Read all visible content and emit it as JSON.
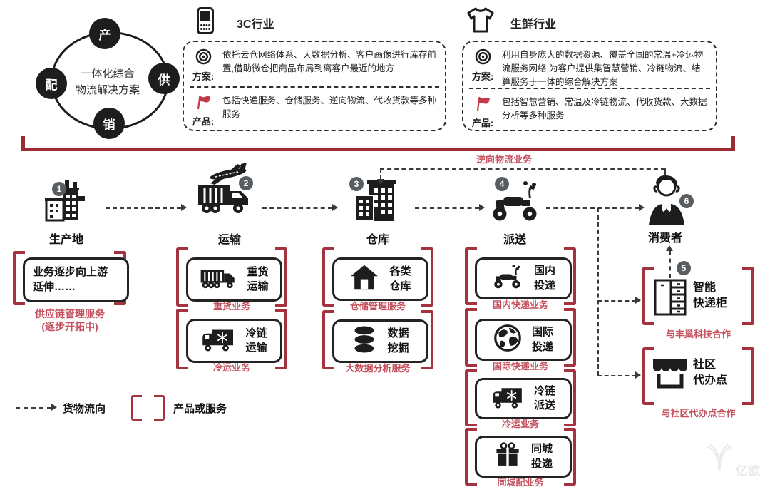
{
  "solution": {
    "center_text": "一体化综合\n物流解决方案",
    "nodes": {
      "top": "产",
      "right": "供",
      "bottom": "销",
      "left": "配"
    }
  },
  "industries": [
    {
      "title": "3C行业",
      "plan_label": "方案:",
      "plan_text": "依托云仓网络体系、大数据分析、客户画像进行库存前置,借助微仓把商品布局到离客户最近的地方",
      "product_label": "产品:",
      "product_text": "包括快递服务、仓储服务、逆向物流、代收货款等多种服务"
    },
    {
      "title": "生鲜行业",
      "plan_label": "方案:",
      "plan_text": "利用自身庞大的数据资源、覆盖全国的常温+冷运物流服务网络,为客户提供集智慧营销、冷链物流、结算服务于一体的综合解决方案",
      "product_label": "产品:",
      "product_text": "包括智慧营销、常温及冷链物流、代收货款、大数据分析等多种服务"
    }
  ],
  "flow": {
    "steps": [
      {
        "num": "1",
        "label": "生产地"
      },
      {
        "num": "2",
        "label": "运输"
      },
      {
        "num": "3",
        "label": "仓库"
      },
      {
        "num": "4",
        "label": "派送"
      },
      {
        "num": "6",
        "label": "消费者"
      }
    ],
    "reverse_label": "逆向物流业务"
  },
  "columns": {
    "production": {
      "box_text": "业务逐步向上游\n延伸……",
      "label": "供应链管理服务\n(逐步开拓中)"
    },
    "transport": [
      {
        "text": "重货\n运输",
        "label": "重货业务"
      },
      {
        "text": "冷链\n运输",
        "label": "冷运业务"
      }
    ],
    "warehouse": [
      {
        "text": "各类\n仓库",
        "label": "仓储管理服务"
      },
      {
        "text": "数据\n挖掘",
        "label": "大数据分析服务"
      }
    ],
    "delivery": [
      {
        "text": "国内\n投递",
        "label": "国内快递业务"
      },
      {
        "text": "国际\n投递",
        "label": "国际快递业务"
      },
      {
        "text": "冷链\n派送",
        "label": "冷运业务"
      },
      {
        "text": "同城\n投递",
        "label": "同城配业务"
      }
    ],
    "partners": [
      {
        "num": "5",
        "text": "智能\n快递柜",
        "label": "与丰巢科技合作"
      },
      {
        "text": "社区\n代办点",
        "label": "与社区代办点合作"
      }
    ]
  },
  "legend": {
    "flow_label": "货物流向",
    "service_label": "产品或服务"
  },
  "watermark": "亿欧",
  "colors": {
    "bracket_red": "#a5323f",
    "label_red": "#c3505c",
    "flag_red": "#c23a47",
    "big_bracket_red": "#9c2b35",
    "icon_black": "#1d1d1d",
    "badge_gray": "#585d61",
    "dash_gray": "#3a3a3a"
  }
}
